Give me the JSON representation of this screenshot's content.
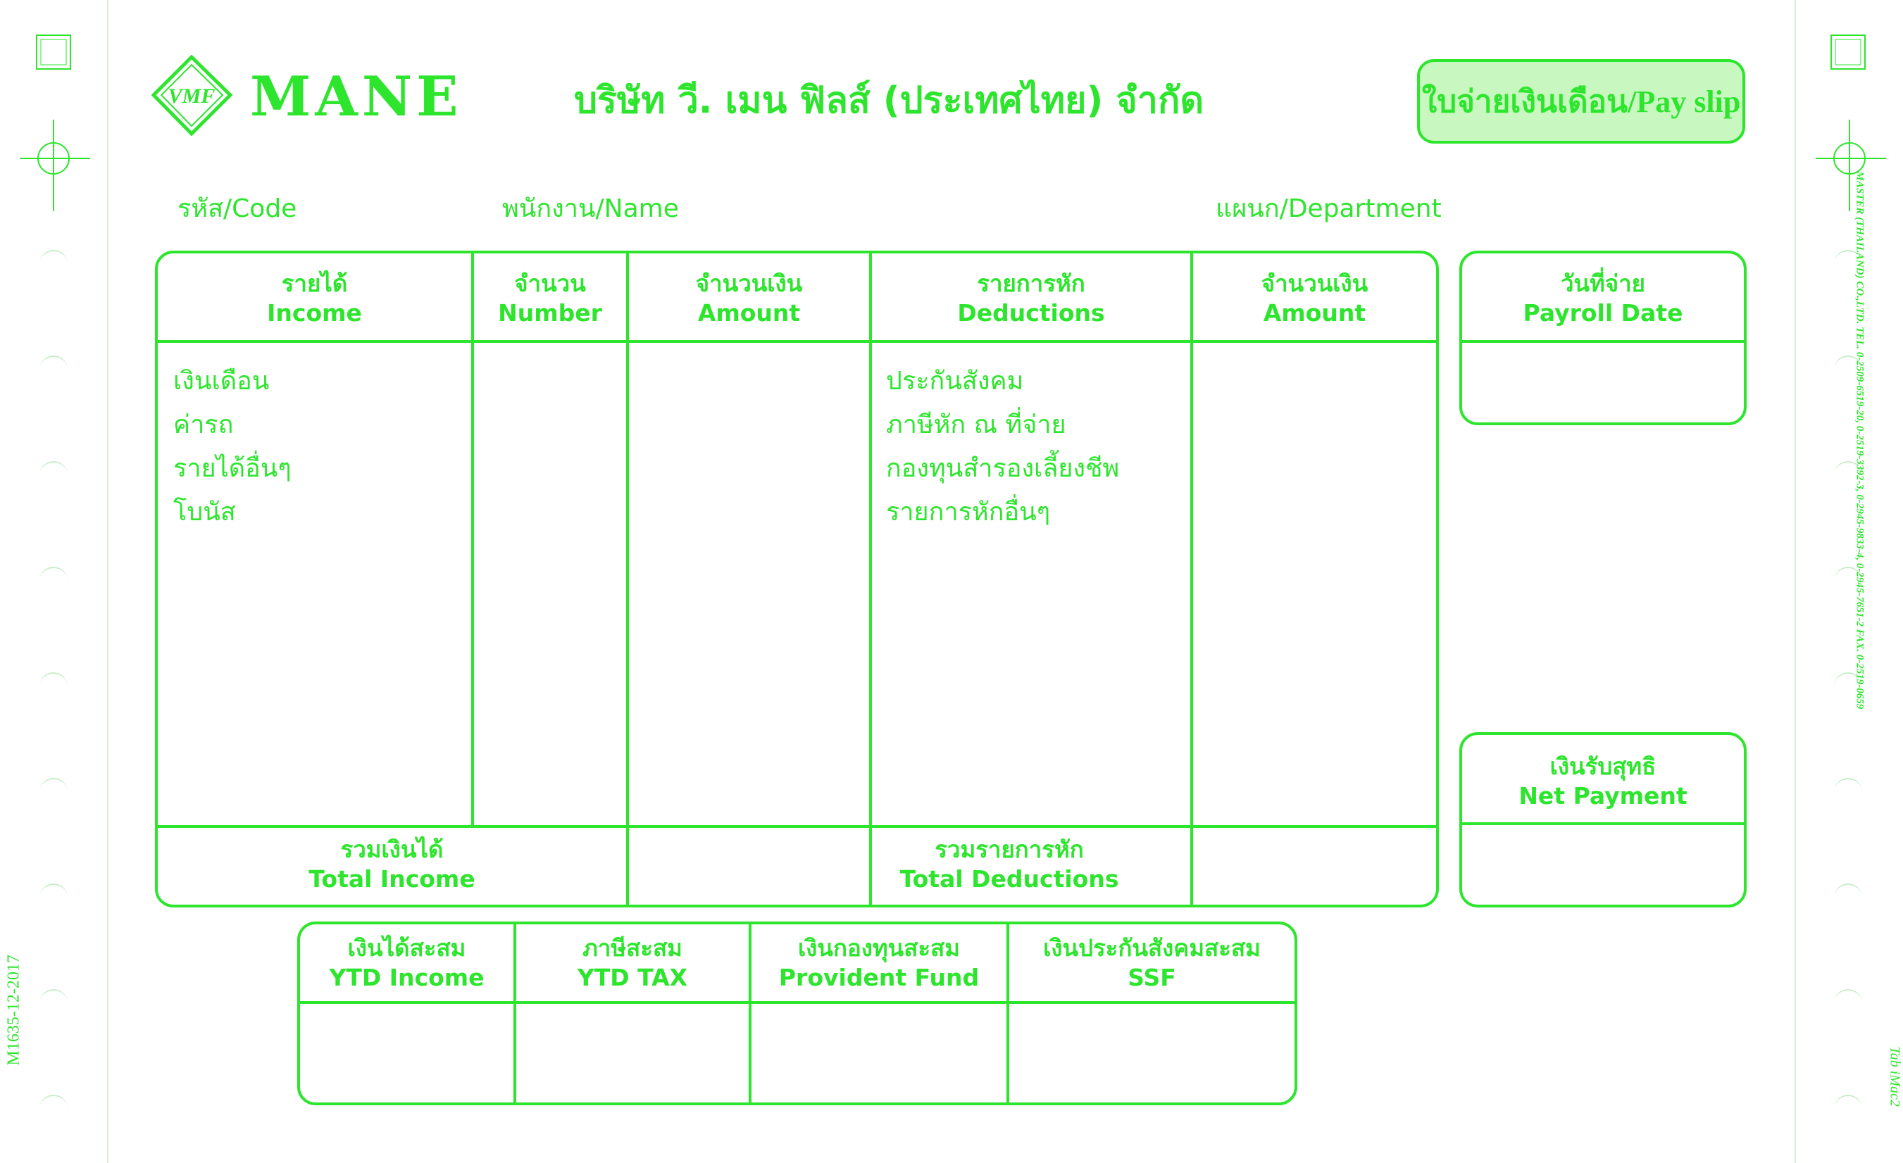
{
  "header": {
    "logo_text": "MANE",
    "logo_mark_text": "VMF",
    "company_name": "บริษัท วี. เมน ฟิลส์ (ประเทศไทย) จำกัด",
    "doc_title": "ใบจ่ายเงินเดือน/Pay slip"
  },
  "fields": {
    "code": "รหัส/Code",
    "name": "พนักงาน/Name",
    "department": "แผนก/Department"
  },
  "main_table": {
    "columns": [
      {
        "th": "รายได้",
        "en": "Income"
      },
      {
        "th": "จำนวน",
        "en": "Number"
      },
      {
        "th": "จำนวนเงิน",
        "en": "Amount"
      },
      {
        "th": "รายการหัก",
        "en": "Deductions"
      },
      {
        "th": "จำนวนเงิน",
        "en": "Amount"
      }
    ],
    "income_items": [
      "เงินเดือน",
      "ค่ารถ",
      "รายได้อื่นๆ",
      "โบนัส"
    ],
    "deduction_items": [
      "ประกันสังคม",
      "ภาษีหัก ณ ที่จ่าย",
      "กองทุนสำรองเลี้ยงชีพ",
      "รายการหักอื่นๆ"
    ],
    "total_income": {
      "th": "รวมเงินได้",
      "en": "Total Income"
    },
    "total_deductions": {
      "th": "รวมรายการหัก",
      "en": "Total Deductions"
    }
  },
  "payroll_date": {
    "th": "วันที่จ่าย",
    "en": "Payroll Date"
  },
  "net_payment": {
    "th": "เงินรับสุทธิ",
    "en": "Net Payment"
  },
  "ytd_table": {
    "columns": [
      {
        "th": "เงินได้สะสม",
        "en": "YTD Income"
      },
      {
        "th": "ภาษีสะสม",
        "en": "YTD TAX"
      },
      {
        "th": "เงินกองทุนสะสม",
        "en": "Provident Fund"
      },
      {
        "th": "เงินประกันสังคมสะสม",
        "en": "SSF"
      }
    ]
  },
  "margin": {
    "form_code": "M1635-12-2017",
    "printer_info": "MASTER (THAILAND) CO.,LTD. TEL. 0-2509-6519-20, 0-2519-3392-3, 0-2945-9833-4, 0-2945-7651-2 FAX. 0-2519-0659",
    "tab_note": "Tab iMac2"
  },
  "colors": {
    "accent": "#2ee52e",
    "title_fill": "#c8f7c0"
  }
}
